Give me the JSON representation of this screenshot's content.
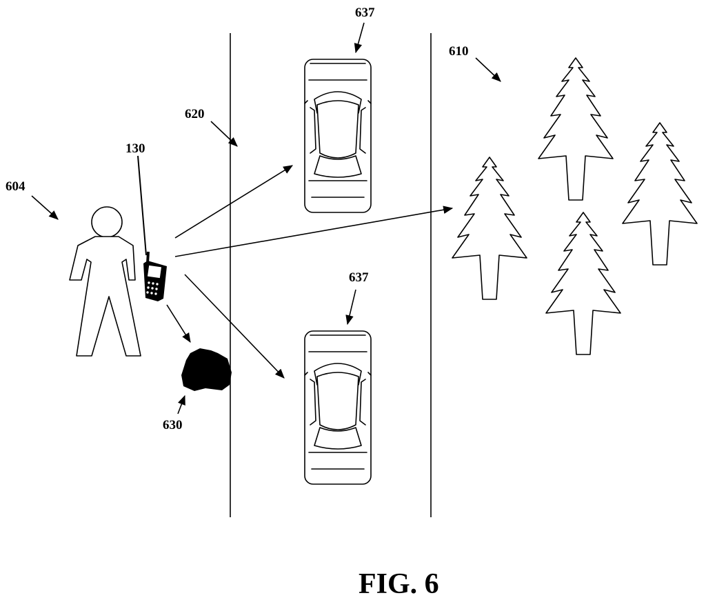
{
  "figure": {
    "caption": "FIG. 6",
    "labels": {
      "person": "604",
      "device": "130",
      "road": "620",
      "vehicle_top": "637",
      "vehicle_bottom": "637",
      "trees": "610",
      "object": "630"
    },
    "colors": {
      "ink": "#000000",
      "background": "#ffffff"
    }
  }
}
